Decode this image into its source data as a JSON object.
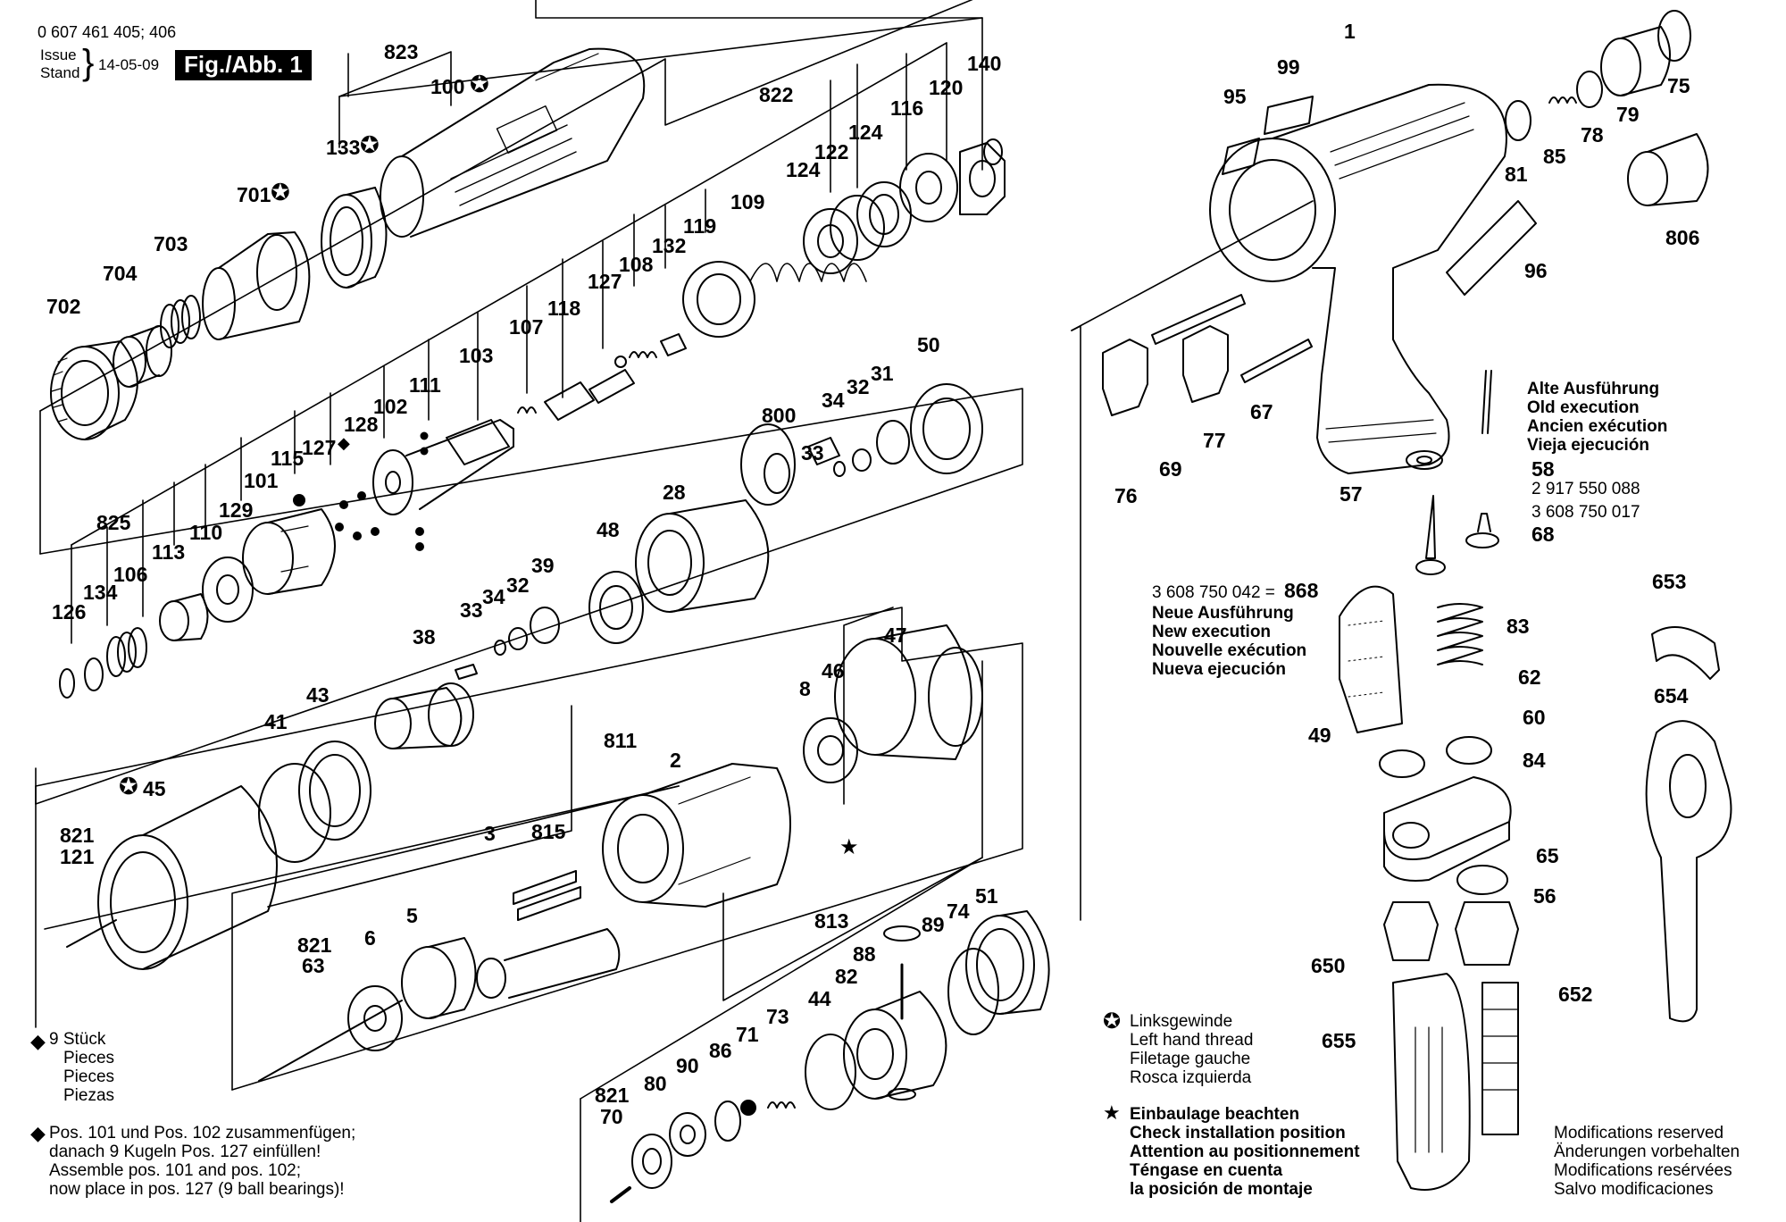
{
  "header": {
    "doc_number": "0 607 461 405; 406",
    "issue_label": "Issue",
    "stand_label": "Stand",
    "brace": "}",
    "date": "14-05-09",
    "figure": "Fig./Abb. 1"
  },
  "part_numbers": {
    "p1": "1",
    "p2": "2",
    "p3": "3",
    "p5": "5",
    "p6": "6",
    "p8": "8",
    "p28": "28",
    "p31": "31",
    "p32a": "32",
    "p32b": "32",
    "p33a": "33",
    "p33b": "33",
    "p34a": "34",
    "p34b": "34",
    "p38": "38",
    "p39": "39",
    "p41": "41",
    "p43": "43",
    "p44": "44",
    "p45": "45",
    "p46": "46",
    "p47": "47",
    "p48": "48",
    "p49": "49",
    "p50": "50",
    "p51": "51",
    "p56": "56",
    "p57": "57",
    "p58": "58",
    "p60": "60",
    "p62": "62",
    "p63": "63",
    "p65": "65",
    "p67": "67",
    "p68": "68",
    "p69": "69",
    "p70": "70",
    "p71": "71",
    "p73": "73",
    "p74": "74",
    "p75": "75",
    "p76": "76",
    "p77": "77",
    "p78": "78",
    "p79": "79",
    "p80": "80",
    "p81": "81",
    "p82": "82",
    "p83": "83",
    "p84": "84",
    "p85": "85",
    "p86": "86",
    "p88": "88",
    "p89": "89",
    "p90": "90",
    "p95": "95",
    "p96": "96",
    "p99": "99",
    "p100": "100",
    "p101": "101",
    "p102": "102",
    "p103": "103",
    "p106": "106",
    "p107": "107",
    "p108": "108",
    "p109": "109",
    "p110": "110",
    "p111": "111",
    "p113": "113",
    "p115": "115",
    "p116": "116",
    "p118": "118",
    "p119": "119",
    "p120": "120",
    "p121": "121",
    "p122": "122",
    "p124a": "124",
    "p124b": "124",
    "p126": "126",
    "p127a": "127",
    "p127b": "127",
    "p128": "128",
    "p129": "129",
    "p132": "132",
    "p133": "133",
    "p134": "134",
    "p140": "140",
    "p650": "650",
    "p652": "652",
    "p653": "653",
    "p654": "654",
    "p655": "655",
    "p701": "701",
    "p702": "702",
    "p703": "703",
    "p704": "704",
    "p800": "800",
    "p806": "806",
    "p811": "811",
    "p813": "813",
    "p815": "815",
    "p821a": "821",
    "p821b": "821",
    "p821c": "821",
    "p822": "822",
    "p823": "823",
    "p825": "825",
    "p868": "868"
  },
  "symbols": {
    "star": "★",
    "lh_star": "✪",
    "diamond": "◆"
  },
  "part_codes": {
    "p58_code": "2 917 550 088",
    "p68_code": "3 608 750 017",
    "p868_prefix": "3 608 750 042 ="
  },
  "old_execution": [
    "Alte Ausführung",
    "Old execution",
    "Ancien exécution",
    "Vieja ejecución"
  ],
  "new_execution": [
    "Neue Ausführung",
    "New execution",
    "Nouvelle exécution",
    "Nueva ejecución"
  ],
  "pieces_note": [
    "9 Stück",
    "Pieces",
    "Pieces",
    "Piezas"
  ],
  "assembly_note": [
    "Pos. 101 und Pos. 102 zusammenfügen;",
    "danach 9 Kugeln Pos. 127 einfüllen!",
    "Assemble pos. 101 and pos. 102;",
    "now place in pos. 127 (9 ball bearings)!"
  ],
  "left_hand_thread": [
    "Linksgewinde",
    "Left hand thread",
    "Filetage gauche",
    "Rosca izquierda"
  ],
  "installation_note": [
    "Einbaulage beachten",
    "Check installation position",
    "Attention au positionnement",
    "Téngase en cuenta",
    "la posición de montaje"
  ],
  "modifications": [
    "Modifications reserved",
    "Änderungen vorbehalten",
    "Modifications resérvées",
    "Salvo modificaciones"
  ]
}
